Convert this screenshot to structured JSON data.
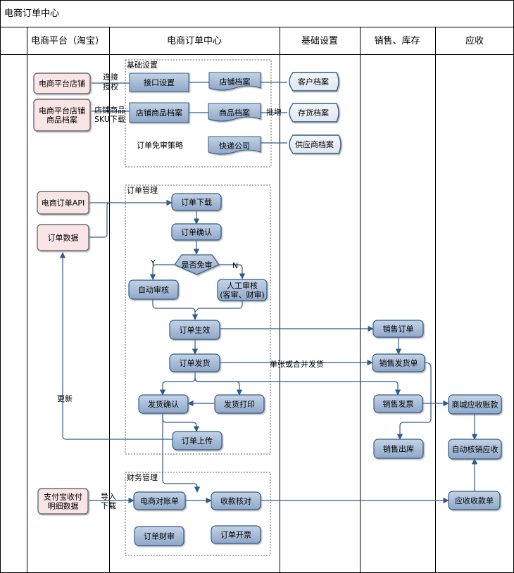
{
  "title": "电商订单中心",
  "lanes": [
    {
      "id": "platform",
      "label": "电商平台（淘宝）"
    },
    {
      "id": "center",
      "label": "电商订单中心"
    },
    {
      "id": "basic",
      "label": "基础设置"
    },
    {
      "id": "sales",
      "label": "销售、库存"
    },
    {
      "id": "ar",
      "label": "应收"
    }
  ],
  "groups": {
    "basic": "基础设置",
    "order": "订单管理",
    "finance": "财务管理"
  },
  "nodes": {
    "platform_store": "电商平台店铺",
    "platform_goods": "电商平台店铺\n商品档案",
    "api": "电商订单API",
    "order_data": "订单数据",
    "alipay": "支付宝收付\n明细数据",
    "interface": "接口设置",
    "store_goods": "店铺商品档案",
    "audit_policy": "订单免审策略",
    "store_file": "店铺档案",
    "goods_file": "商品档案",
    "express": "快递公司",
    "customer_file": "客户档案",
    "inventory_file": "存货档案",
    "supplier_file": "供应商档案",
    "download": "订单下载",
    "confirm": "订单确认",
    "decision": "是否免审",
    "auto_audit": "自动审核",
    "manual_audit": "人工审核\n(客审、财审)",
    "effective": "订单生效",
    "ship": "订单发货",
    "ship_confirm": "发货确认",
    "ship_print": "发货打印",
    "upload": "订单上传",
    "recon": "电商对账单",
    "check": "收款核对",
    "fin_audit": "订单财审",
    "invoice_order": "订单开票",
    "sales_order": "销售订单",
    "sales_ship": "销售发货单",
    "sales_invoice": "销售发票",
    "sales_out": "销售出库",
    "mall_ar": "商城应收账款",
    "auto_verify": "自动核销应收",
    "receipt": "应收收款单"
  },
  "edge_labels": {
    "auth": "连接\n授权",
    "sku": "店铺商品\nSKU下载",
    "batch": "批增",
    "yes": "Y",
    "no": "N",
    "single_merge": "单张或合并发货",
    "update": "更新",
    "import": "导入\n下载"
  },
  "colors": {
    "node_fill": "#9fb4d0",
    "node_stroke": "#2f5b8a",
    "pink_fill": "#f9e5e5",
    "doc_fill": "#e9eef5",
    "line": "#2f5b8a"
  }
}
